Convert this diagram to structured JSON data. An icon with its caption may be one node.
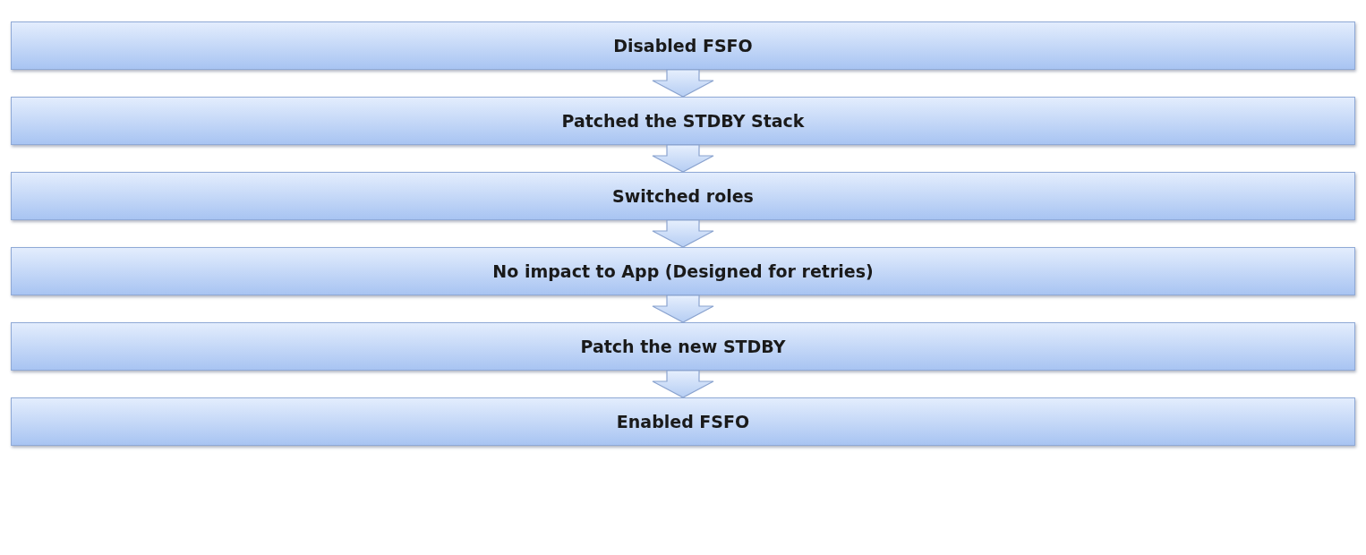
{
  "diagram": {
    "nodes": [
      {
        "text": [
          "Disabled FSFO"
        ]
      },
      {
        "text": [
          "Patched the STDBY Stack"
        ]
      },
      {
        "text": [
          "Switched roles"
        ]
      },
      {
        "text": [
          "No impact to App (Designed for retries)"
        ]
      },
      {
        "text": [
          "Patch the new STDBY"
        ]
      },
      {
        "text": [
          "Enabled FSFO"
        ]
      }
    ],
    "edges": [
      {
        "from": 0,
        "to": 1,
        "arrow": "to"
      },
      {
        "from": 1,
        "to": 2,
        "arrow": "to"
      },
      {
        "from": 2,
        "to": 3,
        "arrow": "to"
      },
      {
        "from": 3,
        "to": 4,
        "arrow": "to"
      },
      {
        "from": 4,
        "to": 5,
        "arrow": "to"
      }
    ]
  }
}
